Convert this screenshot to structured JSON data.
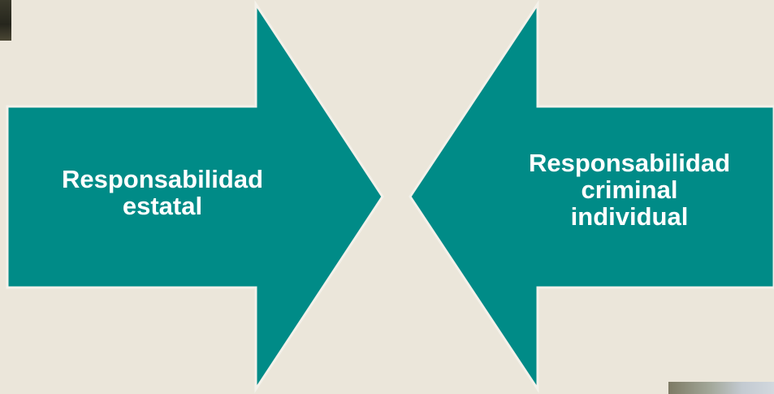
{
  "diagram": {
    "type": "converging-arrows",
    "arrow_color": "#008b87",
    "background_color": "#ebe6da",
    "left_arrow": {
      "direction": "right",
      "lines": [
        "Responsabilidad",
        "estatal"
      ]
    },
    "right_arrow": {
      "direction": "left",
      "lines": [
        "Responsabilidad",
        "criminal",
        "individual"
      ]
    }
  }
}
